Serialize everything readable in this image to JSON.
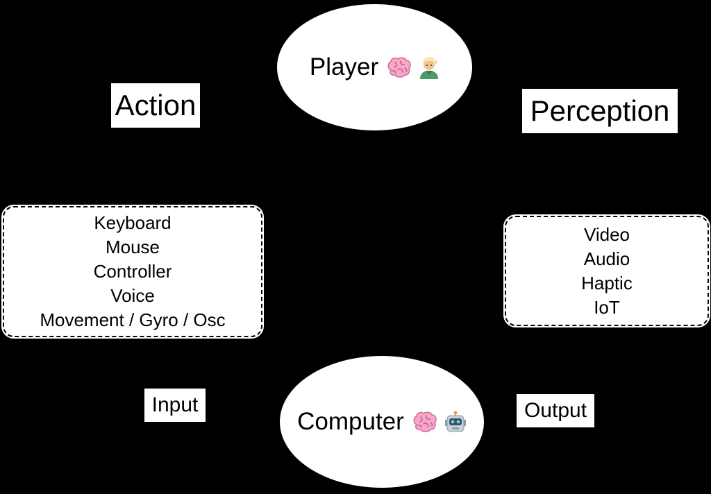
{
  "nodes": {
    "player": {
      "label": "Player",
      "emojis": [
        "brain",
        "person"
      ]
    },
    "computer": {
      "label": "Computer",
      "emojis": [
        "brain",
        "robot"
      ]
    }
  },
  "labels": {
    "action": "Action",
    "perception": "Perception",
    "input": "Input",
    "output": "Output"
  },
  "input_devices": [
    "Keyboard",
    "Mouse",
    "Controller",
    "Voice",
    "Movement / Gyro / Osc"
  ],
  "output_channels": [
    "Video",
    "Audio",
    "Haptic",
    "IoT"
  ],
  "colors": {
    "background": "#000000",
    "shape_fill": "#ffffff",
    "text": "#000000"
  }
}
